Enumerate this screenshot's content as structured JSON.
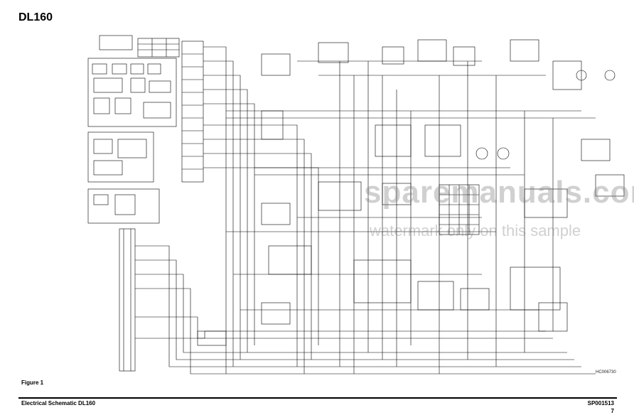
{
  "document": {
    "title": "DL160",
    "figure_label": "Figure 1",
    "figure_code": "HC006730",
    "footer_left": "Electrical Schematic DL160",
    "footer_right": "SP001513",
    "page_number": "7"
  },
  "watermark": {
    "big": "sparemanuals.com",
    "small": "watermark only on this sample"
  }
}
